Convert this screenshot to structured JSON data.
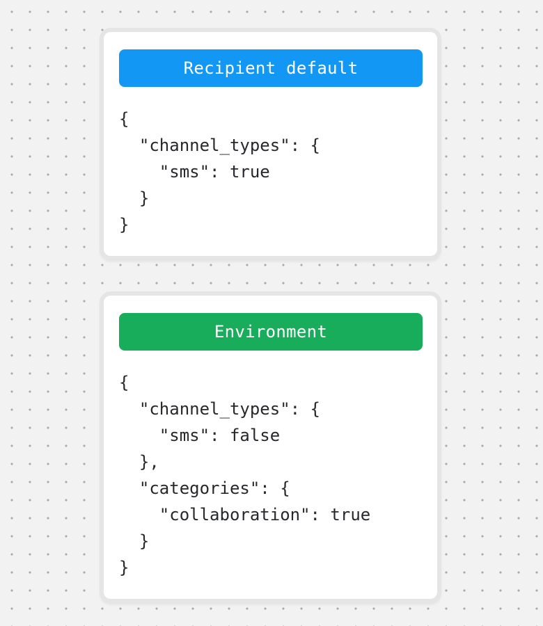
{
  "page": {
    "background_color": "#f2f2f2",
    "dot_color": "#a9a9a9",
    "card_border_color": "#e5e5e5",
    "code_text_color": "#26282b"
  },
  "cards": [
    {
      "title": "Recipient default",
      "accent_color": "#1297f5",
      "code": "{\n  \"channel_types\": {\n    \"sms\": true\n  }\n}"
    },
    {
      "title": "Environment",
      "accent_color": "#18ad5b",
      "code": "{\n  \"channel_types\": {\n    \"sms\": false\n  },\n  \"categories\": {\n    \"collaboration\": true\n  }\n}"
    }
  ]
}
